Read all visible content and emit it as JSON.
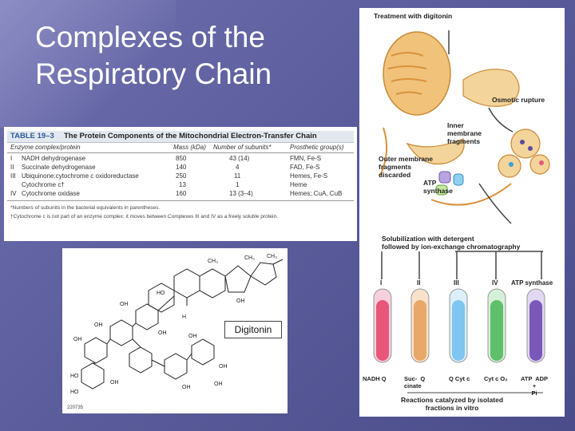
{
  "slide": {
    "title_line1": "Complexes of the",
    "title_line2": "Respiratory Chain"
  },
  "table": {
    "number": "TABLE 19–3",
    "title": "The Protein Components of the Mitochondrial Electron-Transfer Chain",
    "columns": [
      "Enzyme complex/protein",
      "Mass (kDa)",
      "Number of subunits*",
      "Prosthetic group(s)"
    ],
    "rows": [
      {
        "complex": "I",
        "name": "NADH dehydrogenase",
        "mass": "850",
        "subunits": "43 (14)",
        "groups": "FMN, Fe-S"
      },
      {
        "complex": "II",
        "name": "Succinate dehydrogenase",
        "mass": "140",
        "subunits": "4",
        "groups": "FAD, Fe-S"
      },
      {
        "complex": "III",
        "name": "Ubiquinone:cytochrome c oxidoreductase",
        "mass": "250",
        "subunits": "11",
        "groups": "Hemes, Fe-S"
      },
      {
        "complex": "",
        "name": "Cytochrome c†",
        "mass": "13",
        "subunits": "1",
        "groups": "Heme"
      },
      {
        "complex": "IV",
        "name": "Cytochrome oxidase",
        "mass": "160",
        "subunits": "13 (3–4)",
        "groups": "Hemes; CuA, CuB"
      }
    ],
    "footnote1": "*Numbers of subunits in the bacterial equivalents in parentheses.",
    "footnote2": "†Cytochrome c is not part of an enzyme complex; it moves between Complexes III and IV as a freely soluble protein."
  },
  "molecule": {
    "label": "Digitonin",
    "code": "220735"
  },
  "figure": {
    "step1": "Treatment with digitonin",
    "step2": "Osmotic rupture",
    "inner_fragments": "Inner\nmembrane\nfragments",
    "outer_fragments": "Outer membrane\nfragments\ndiscarded",
    "atp_synthase": "ATP\nsynthase",
    "solubilization": "Solubilization with detergent\nfollowed by ion-exchange chromatography",
    "tube_labels": [
      "I",
      "II",
      "III",
      "IV",
      "ATP synthase"
    ],
    "tube_colors": [
      "#e8577a",
      "#e8a86a",
      "#7fc6f0",
      "#5fbf6a",
      "#7a58b8"
    ],
    "reaction_labels": [
      "NADH  Q",
      "Suc-  Q\ncinate",
      "Q  Cyt c",
      "Cyt c  O₂",
      "ATP  ADP\n+\nPi"
    ],
    "caption": "Reactions catalyzed by isolated\nfractions in vitro"
  }
}
